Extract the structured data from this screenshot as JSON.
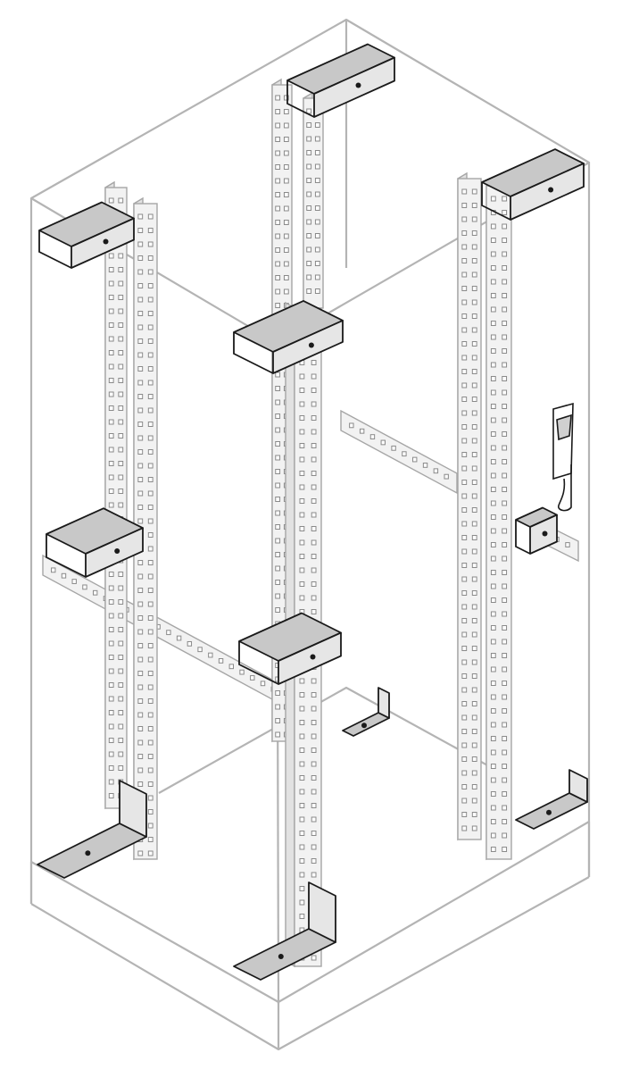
{
  "diagram": {
    "colors": {
      "cabinet_outline": "#b4b4b4",
      "upright_fill": "#f2f2f2",
      "upright_stroke": "#a6a6a6",
      "slot_stroke": "#8a8a8a",
      "bracket_top": "#c8c8c8",
      "bracket_side": "#e6e6e6",
      "bracket_stroke": "#1a1a1a",
      "base_fill": "#ffffff"
    },
    "icons": [
      "cabinet-frame",
      "rack-upright",
      "mounting-bracket",
      "cross-rail",
      "door-handle"
    ]
  }
}
